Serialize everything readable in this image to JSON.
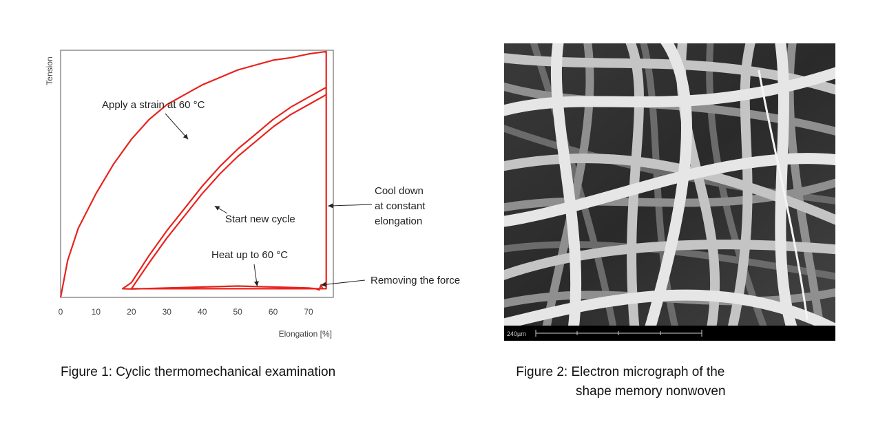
{
  "chart_data": {
    "type": "line",
    "xlabel": "Elongation [%]",
    "ylabel": "Tension",
    "xlim": [
      0,
      77
    ],
    "ylim": [
      0,
      100
    ],
    "x_ticks": [
      0,
      10,
      20,
      30,
      40,
      50,
      60,
      70
    ],
    "grid": false,
    "legend": "none",
    "series": [
      {
        "color": "#e8231d",
        "points": [
          [
            0,
            0
          ],
          [
            2,
            15
          ],
          [
            5,
            28
          ],
          [
            10,
            42
          ],
          [
            15,
            54
          ],
          [
            20,
            64
          ],
          [
            25,
            72
          ],
          [
            30,
            78
          ],
          [
            35,
            82
          ],
          [
            40,
            86
          ],
          [
            45,
            89
          ],
          [
            50,
            92
          ],
          [
            55,
            94
          ],
          [
            60,
            96
          ],
          [
            65,
            97
          ],
          [
            70,
            98.5
          ],
          [
            75,
            99.5
          ],
          [
            75,
            3.5
          ],
          [
            74,
            3.5
          ],
          [
            73.5,
            5
          ],
          [
            73,
            3
          ],
          [
            72,
            3.5
          ],
          [
            70,
            3.8
          ],
          [
            60,
            4.2
          ],
          [
            50,
            4.6
          ],
          [
            40,
            4.2
          ],
          [
            30,
            3.8
          ],
          [
            20,
            3.4
          ],
          [
            17.5,
            3.5
          ],
          [
            20,
            6
          ],
          [
            25,
            17
          ],
          [
            30,
            27
          ],
          [
            35,
            36
          ],
          [
            40,
            45
          ],
          [
            45,
            53
          ],
          [
            50,
            60
          ],
          [
            55,
            66
          ],
          [
            60,
            72
          ],
          [
            65,
            77
          ],
          [
            70,
            81
          ],
          [
            75,
            85
          ],
          [
            75,
            3.5
          ],
          [
            20,
            3.5
          ],
          [
            25,
            14
          ],
          [
            30,
            24
          ],
          [
            35,
            33
          ],
          [
            40,
            42
          ],
          [
            45,
            50
          ],
          [
            50,
            57
          ],
          [
            55,
            63
          ],
          [
            60,
            69
          ],
          [
            65,
            74
          ],
          [
            70,
            78
          ],
          [
            75,
            82
          ]
        ]
      }
    ],
    "annotations": [
      {
        "text": "Apply a strain at 60 °C",
        "x": 36,
        "y": 64
      },
      {
        "text": "Start new cycle",
        "x": 43.5,
        "y": 37
      },
      {
        "text": "Cool down",
        "x": 75.5,
        "y": 37
      },
      {
        "text": "at constant",
        "x": 75.5,
        "y": 37
      },
      {
        "text": "elongation",
        "x": 75.5,
        "y": 37
      },
      {
        "text": "Heat up to 60 °C",
        "x": 55.5,
        "y": 4.5
      },
      {
        "text": "Removing the force",
        "x": 73.5,
        "y": 5
      }
    ]
  },
  "captions": {
    "figure1": "Figure 1: Cyclic thermomechanical examination",
    "figure2_line1": "Figure 2: Electron micrograph of the",
    "figure2_line2": "shape memory nonwoven"
  },
  "micrograph": {
    "scale_label": "240µm"
  }
}
